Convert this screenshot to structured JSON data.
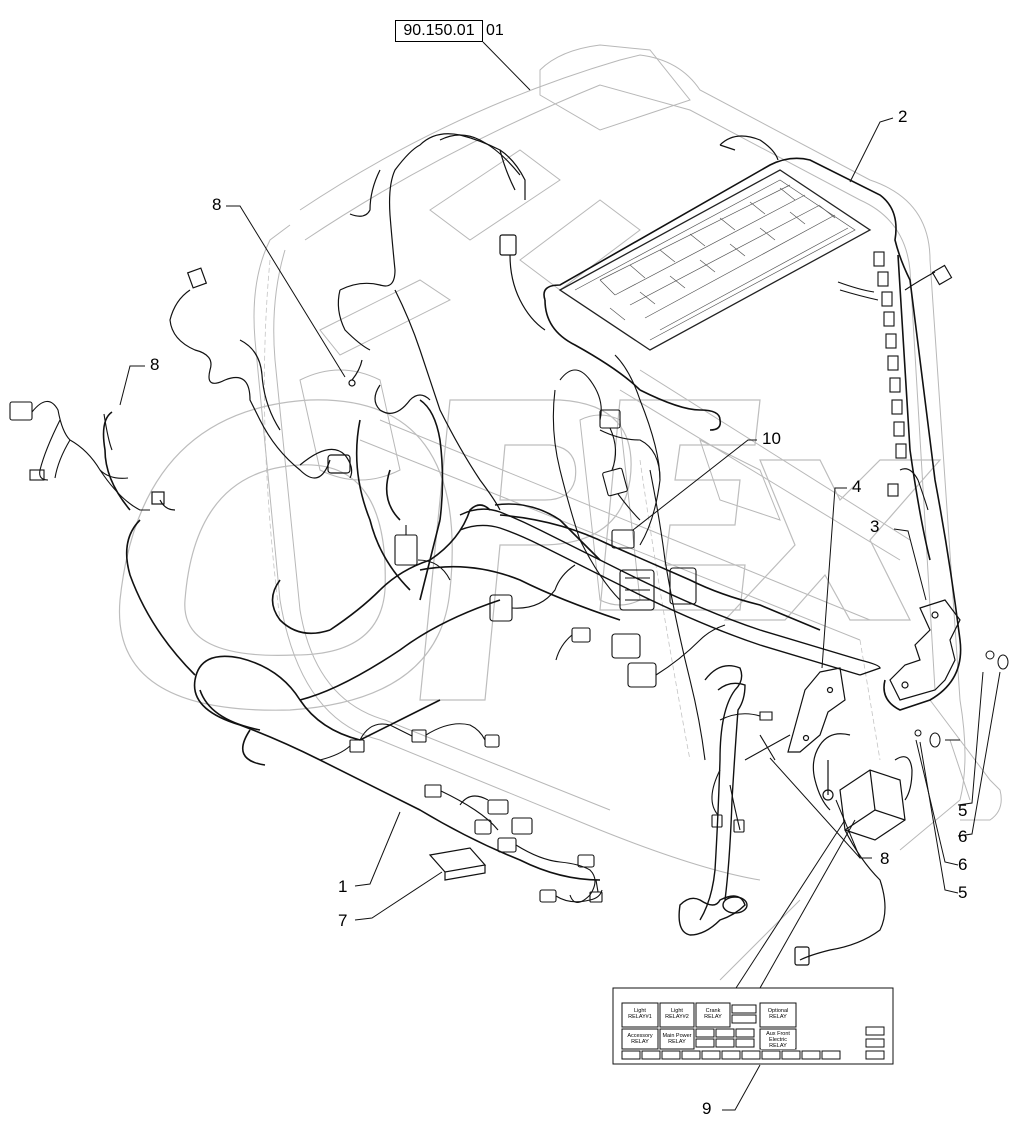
{
  "reference": {
    "code": "90.150.01",
    "suffix": "01"
  },
  "callouts": [
    "1",
    "2",
    "3",
    "4",
    "5",
    "5",
    "6",
    "6",
    "7",
    "8",
    "8",
    "8",
    "9",
    "10"
  ],
  "relay_panel": {
    "relays": [
      "Light RELAY#1",
      "Light RELAY#2",
      "Crank RELAY",
      "Optional RELAY",
      "Accessory RELAY",
      "Main Power RELAY",
      "Aux Front Electric RELAY"
    ]
  }
}
